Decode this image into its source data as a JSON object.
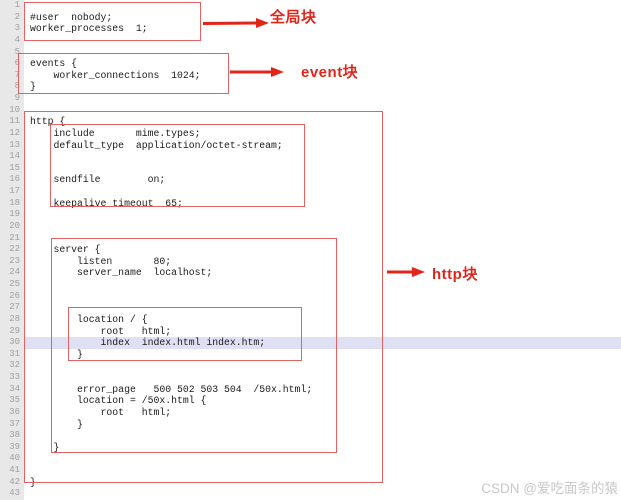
{
  "editor": {
    "line_count": 43,
    "highlighted_line": 30,
    "lines": [
      "",
      "#user  nobody;",
      "worker_processes  1;",
      "",
      "",
      "events {",
      "    worker_connections  1024;",
      "}",
      "",
      "",
      "http {",
      "    include       mime.types;",
      "    default_type  application/octet-stream;",
      "",
      "",
      "    sendfile        on;",
      "",
      "    keepalive_timeout  65;",
      "",
      "",
      "",
      "    server {",
      "        listen       80;",
      "        server_name  localhost;",
      "",
      "",
      "",
      "        location / {",
      "            root   html;",
      "            index  index.html index.htm;",
      "        }",
      "",
      "",
      "        error_page   500 502 503 504  /50x.html;",
      "        location = /50x.html {",
      "            root   html;",
      "        }",
      "",
      "    }",
      "",
      "",
      "}",
      ""
    ]
  },
  "annotations": {
    "global_label": "全局块",
    "events_label": "event块",
    "http_label": "http块"
  },
  "watermark": "CSDN @爱吃面条的猿",
  "colors": {
    "box_border": "#e16262",
    "arrow_red": "#e1251b",
    "line_highlight": "#e0e0f4",
    "gutter_bg": "#e8e8e8"
  }
}
